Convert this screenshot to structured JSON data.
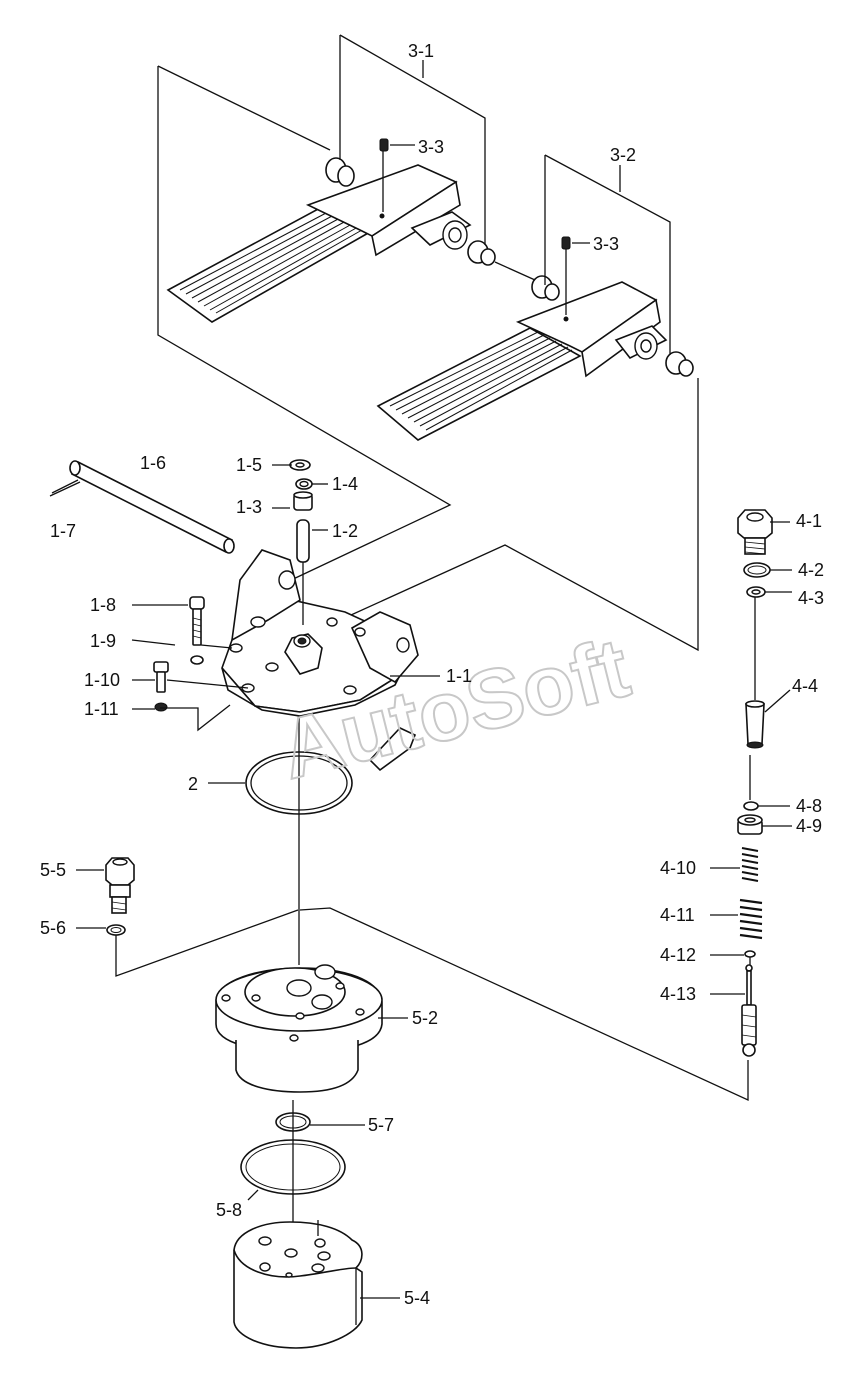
{
  "watermark": "AutoSoft",
  "callouts": [
    {
      "id": "3-1",
      "text": "3-1"
    },
    {
      "id": "3-3a",
      "text": "3-3"
    },
    {
      "id": "3-2",
      "text": "3-2"
    },
    {
      "id": "3-3b",
      "text": "3-3"
    },
    {
      "id": "1-6",
      "text": "1-6"
    },
    {
      "id": "1-7",
      "text": "1-7"
    },
    {
      "id": "1-5",
      "text": "1-5"
    },
    {
      "id": "1-4",
      "text": "1-4"
    },
    {
      "id": "1-3",
      "text": "1-3"
    },
    {
      "id": "1-2",
      "text": "1-2"
    },
    {
      "id": "1-8",
      "text": "1-8"
    },
    {
      "id": "1-9",
      "text": "1-9"
    },
    {
      "id": "1-10",
      "text": "1-10"
    },
    {
      "id": "1-11",
      "text": "1-11"
    },
    {
      "id": "1-1",
      "text": "1-1"
    },
    {
      "id": "2",
      "text": "2"
    },
    {
      "id": "4-1",
      "text": "4-1"
    },
    {
      "id": "4-2",
      "text": "4-2"
    },
    {
      "id": "4-3",
      "text": "4-3"
    },
    {
      "id": "4-4",
      "text": "4-4"
    },
    {
      "id": "4-8",
      "text": "4-8"
    },
    {
      "id": "4-9",
      "text": "4-9"
    },
    {
      "id": "4-10",
      "text": "4-10"
    },
    {
      "id": "4-11",
      "text": "4-11"
    },
    {
      "id": "4-12",
      "text": "4-12"
    },
    {
      "id": "4-13",
      "text": "4-13"
    },
    {
      "id": "5-5",
      "text": "5-5"
    },
    {
      "id": "5-6",
      "text": "5-6"
    },
    {
      "id": "5-2",
      "text": "5-2"
    },
    {
      "id": "5-7",
      "text": "5-7"
    },
    {
      "id": "5-8",
      "text": "5-8"
    },
    {
      "id": "5-4",
      "text": "5-4"
    }
  ]
}
